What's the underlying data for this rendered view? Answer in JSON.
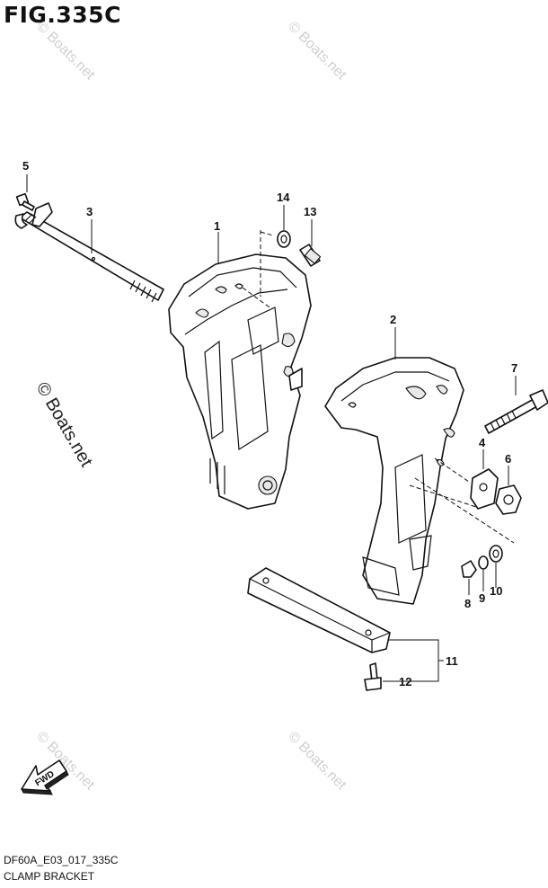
{
  "figure": {
    "title": "FIG.335C",
    "code": "DF60A_E03_017_335C",
    "name": "CLAMP BRACKET"
  },
  "watermarks": [
    "© Boats.net",
    "© Boats.net",
    "© Boats.net",
    "© Boats.net",
    "© Boats.net"
  ],
  "fwd_label": "FWD",
  "callouts": [
    "1",
    "2",
    "3",
    "4",
    "5",
    "6",
    "7",
    "8",
    "9",
    "10",
    "11",
    "12",
    "13",
    "14"
  ]
}
